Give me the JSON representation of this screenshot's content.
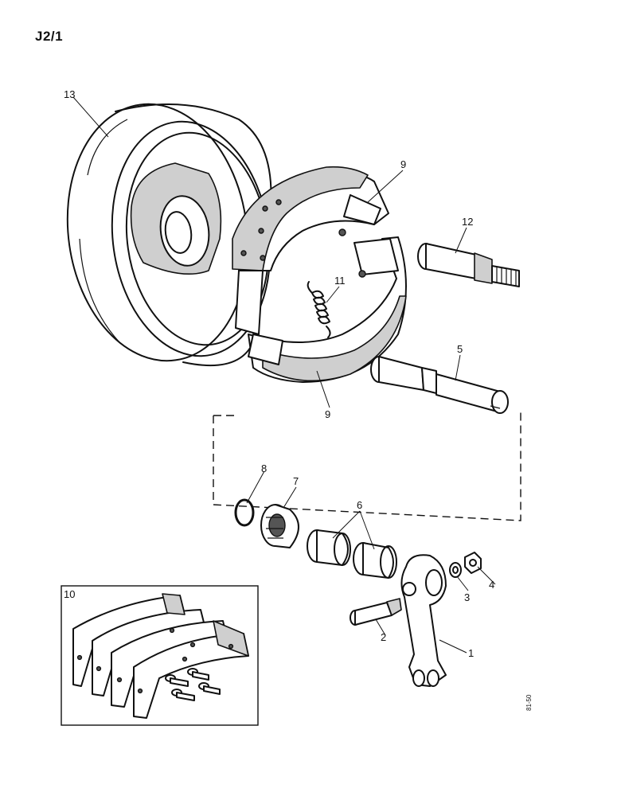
{
  "page_code": "J2/1",
  "plate_code": "81-50",
  "callouts": {
    "c1": "1",
    "c2": "2",
    "c3": "3",
    "c4": "4",
    "c5": "5",
    "c6": "6",
    "c7": "7",
    "c8": "8",
    "c9_top": "9",
    "c9_bottom": "9",
    "c10": "10",
    "c11": "11",
    "c12": "12",
    "c13": "13"
  }
}
